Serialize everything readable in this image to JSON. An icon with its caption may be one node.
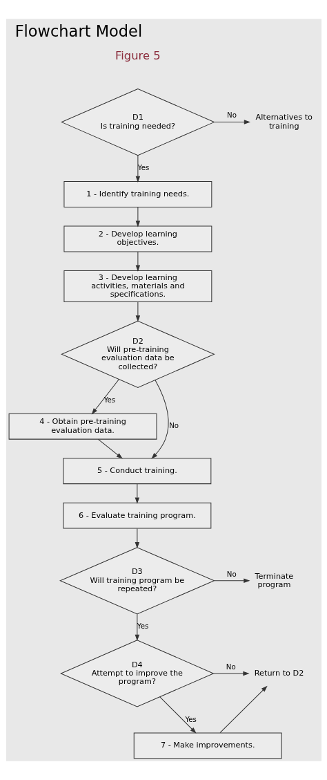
{
  "diagram": {
    "title": "Flowchart Model",
    "nodes": [
      {
        "text": [
          "D1",
          "Is training needed?"
        ]
      },
      {
        "text": [
          "Alternatives to training"
        ]
      },
      {
        "text": [
          "1 - Identify training needs."
        ]
      },
      {
        "text": [
          "2 - Develop learning objectives."
        ]
      },
      {
        "text": [
          "3 - Develop learning activities, materials and specifications."
        ]
      },
      {
        "text": [
          "D2",
          "Will pre-training evaluation data be collected?"
        ]
      },
      {
        "text": [
          "4 - Obtain pre-training evaluation data."
        ]
      },
      {
        "text": [
          "5 - Conduct training."
        ]
      },
      {
        "text": [
          "6 - Evaluate training program."
        ]
      },
      {
        "text": [
          "D3",
          "Will training program be repeated?"
        ]
      },
      {
        "text": [
          "Terminate program"
        ]
      },
      {
        "text": [
          "D4",
          "Attempt to improve the program?"
        ]
      },
      {
        "text": [
          "Return to D2"
        ]
      },
      {
        "text": [
          "7 - Make improvements."
        ]
      }
    ],
    "edges": [
      {
        "from": 0,
        "to": 1,
        "arrow": "to",
        "label": "No"
      },
      {
        "from": 0,
        "to": 2,
        "arrow": "to",
        "label": "Yes"
      },
      {
        "from": 2,
        "to": 3,
        "arrow": "to"
      },
      {
        "from": 3,
        "to": 4,
        "arrow": "to"
      },
      {
        "from": 4,
        "to": 5,
        "arrow": "to"
      },
      {
        "from": 5,
        "to": 6,
        "arrow": "to",
        "label": "Yes"
      },
      {
        "from": 5,
        "to": 7,
        "arrow": "to",
        "label": "No"
      },
      {
        "from": 6,
        "to": 7,
        "arrow": "to"
      },
      {
        "from": 7,
        "to": 8,
        "arrow": "to"
      },
      {
        "from": 8,
        "to": 9,
        "arrow": "to"
      },
      {
        "from": 9,
        "to": 10,
        "arrow": "to",
        "label": "No"
      },
      {
        "from": 9,
        "to": 11,
        "arrow": "to",
        "label": "Yes"
      },
      {
        "from": 11,
        "to": 12,
        "arrow": "to",
        "label": "No"
      },
      {
        "from": 11,
        "to": 13,
        "arrow": "to",
        "label": "Yes"
      },
      {
        "from": 13,
        "to": 12,
        "arrow": "to"
      }
    ],
    "labels": [
      "Figure 5"
    ]
  }
}
